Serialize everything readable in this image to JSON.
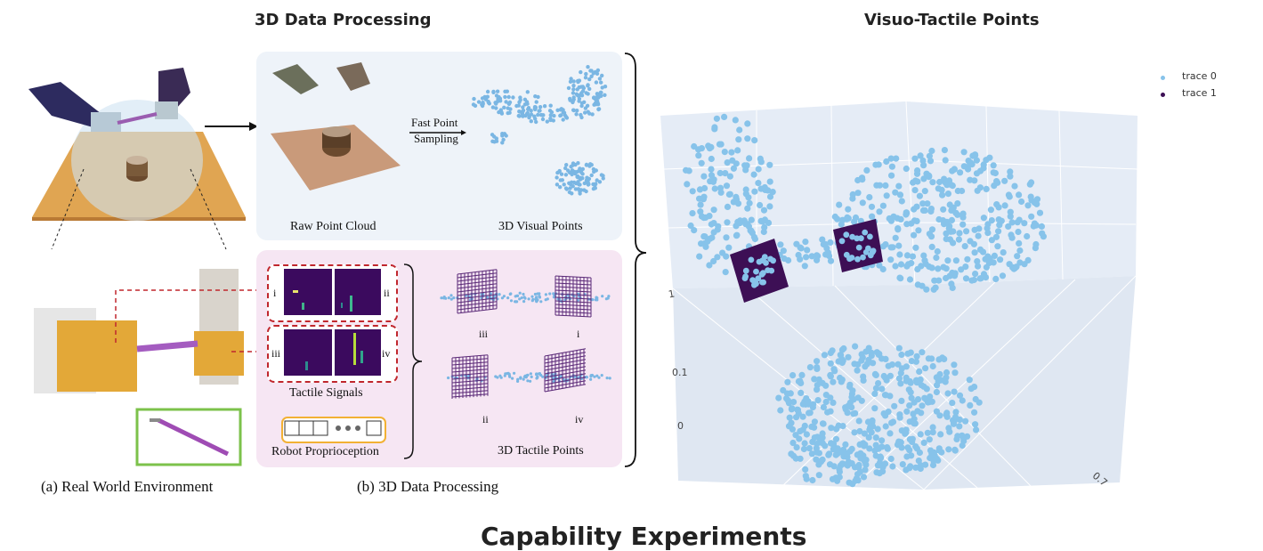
{
  "headings": {
    "left": "3D Data Processing",
    "right": "Visuo-Tactile Points",
    "bottom": "Capability Experiments"
  },
  "figure": {
    "fast_point_sampling_line1": "Fast Point",
    "fast_point_sampling_line2": "Sampling",
    "raw_point_cloud": "Raw Point Cloud",
    "visual_points": "3D Visual Points",
    "tactile_signals": "Tactile Signals",
    "robot_proprioception": "Robot Proprioception",
    "tactile_points": "3D Tactile Points",
    "caption_a": "(a) Real World Environment",
    "caption_b": "(b) 3D Data Processing",
    "tac_labels": [
      "i",
      "ii",
      "iii",
      "iv"
    ],
    "tp_labels": [
      "iii",
      "i",
      "ii",
      "iv"
    ]
  },
  "plot": {
    "legend": [
      "trace 0",
      "trace 1"
    ],
    "trace0_color": "#87c3ea",
    "trace1_color": "#3d0f55",
    "z_ticks": [
      "1",
      "0.1",
      "0"
    ],
    "x_tick": "0.7"
  }
}
